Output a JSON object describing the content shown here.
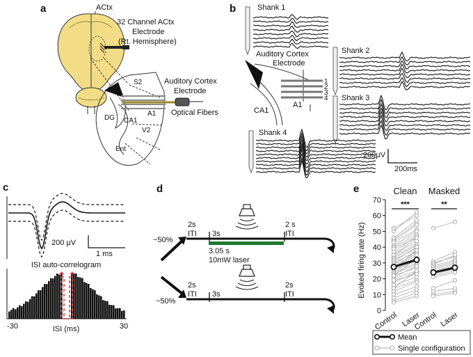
{
  "panels": {
    "a": {
      "label": "a",
      "actx": "ACtx",
      "electrode_line1": "32 Channel ACtx",
      "electrode_line2": "Electrode",
      "electrode_line3": "(Rt. Hemisphere)",
      "auditory_line1": "Auditory Cortex",
      "auditory_line2": "Electrode",
      "optical": "Optical Fibers",
      "regions": [
        "S2",
        "A1",
        "V2",
        "CA1",
        "DG",
        "Ent"
      ]
    },
    "b": {
      "label": "b",
      "shanks": [
        "Shank 1",
        "Shank 2",
        "Shank 3",
        "Shank 4"
      ],
      "inset_line1": "Auditory Cortex",
      "inset_line2": "Electrode",
      "inset_regions": [
        "CA1",
        "A1"
      ],
      "shank_numbers": [
        "1",
        "2",
        "3",
        "4"
      ],
      "scale_v": "200μV",
      "scale_t": "200ms"
    },
    "c": {
      "label": "c",
      "scale_v": "200 μV",
      "scale_t": "1 ms",
      "isi_title": "ISI auto-correlogram",
      "isi_xlabel": "ISI (ms)",
      "isi_xmin": "-30",
      "isi_xmax": "30",
      "stars": [
        "*",
        "*"
      ]
    },
    "d": {
      "label": "d",
      "top_pct": "~50%",
      "bottom_pct": "~50%",
      "iti_2s_a": "2s",
      "iti_label": "ITI",
      "t_3s": "3s",
      "iti_2s_b": "2 s",
      "laser_dur": "3.05 s",
      "laser_power": "10mW laser",
      "iti_2s_c": "2s",
      "t_3s_b": "3s",
      "iti_2s_d": "2s",
      "laser_color": "#1f7a2e"
    }
  },
  "chart_data": {
    "type": "scatter",
    "panel_label": "e",
    "ylabel": "Evoked firing rate (Hz)",
    "ylim": [
      0,
      70
    ],
    "yticks": [
      0,
      10,
      20,
      30,
      40,
      50,
      60,
      70
    ],
    "grid": false,
    "legend": {
      "position": "bottom",
      "entries": [
        "Mean",
        "Single configuration"
      ]
    },
    "groups": [
      {
        "title": "Clean",
        "categories": [
          "Control",
          "Laser"
        ],
        "significance": "***",
        "mean": [
          27.5,
          32
        ],
        "pairs": [
          [
            52,
            60
          ],
          [
            50,
            62
          ],
          [
            45,
            55
          ],
          [
            44,
            54
          ],
          [
            43,
            51
          ],
          [
            41,
            50
          ],
          [
            40,
            48
          ],
          [
            39,
            46
          ],
          [
            37,
            47
          ],
          [
            35,
            44
          ],
          [
            34,
            42
          ],
          [
            33,
            41
          ],
          [
            32,
            39
          ],
          [
            31,
            40
          ],
          [
            30,
            37
          ],
          [
            29,
            38
          ],
          [
            28,
            36
          ],
          [
            28,
            33
          ],
          [
            27,
            35
          ],
          [
            26,
            31
          ],
          [
            25,
            32
          ],
          [
            24,
            30
          ],
          [
            23,
            29
          ],
          [
            22,
            27
          ],
          [
            21,
            28
          ],
          [
            20,
            25
          ],
          [
            18,
            24
          ],
          [
            16,
            21
          ],
          [
            14,
            19
          ],
          [
            12,
            18
          ],
          [
            10,
            15
          ],
          [
            8,
            13
          ],
          [
            6,
            11
          ],
          [
            5,
            9
          ],
          [
            14,
            25
          ],
          [
            35,
            46
          ],
          [
            46,
            57
          ],
          [
            26,
            38
          ],
          [
            19,
            23
          ],
          [
            22,
            33
          ]
        ]
      },
      {
        "title": "Masked",
        "categories": [
          "Control",
          "Laser"
        ],
        "significance": "**",
        "mean": [
          24,
          27
        ],
        "pairs": [
          [
            52,
            56
          ],
          [
            31,
            37
          ],
          [
            30,
            34
          ],
          [
            29,
            35
          ],
          [
            28,
            32
          ],
          [
            27,
            31
          ],
          [
            26,
            30
          ],
          [
            25,
            29
          ],
          [
            24,
            28
          ],
          [
            23,
            26
          ],
          [
            22,
            25
          ],
          [
            21,
            24
          ],
          [
            14,
            19
          ],
          [
            12,
            14
          ],
          [
            10,
            12
          ],
          [
            9,
            11
          ]
        ]
      }
    ]
  }
}
